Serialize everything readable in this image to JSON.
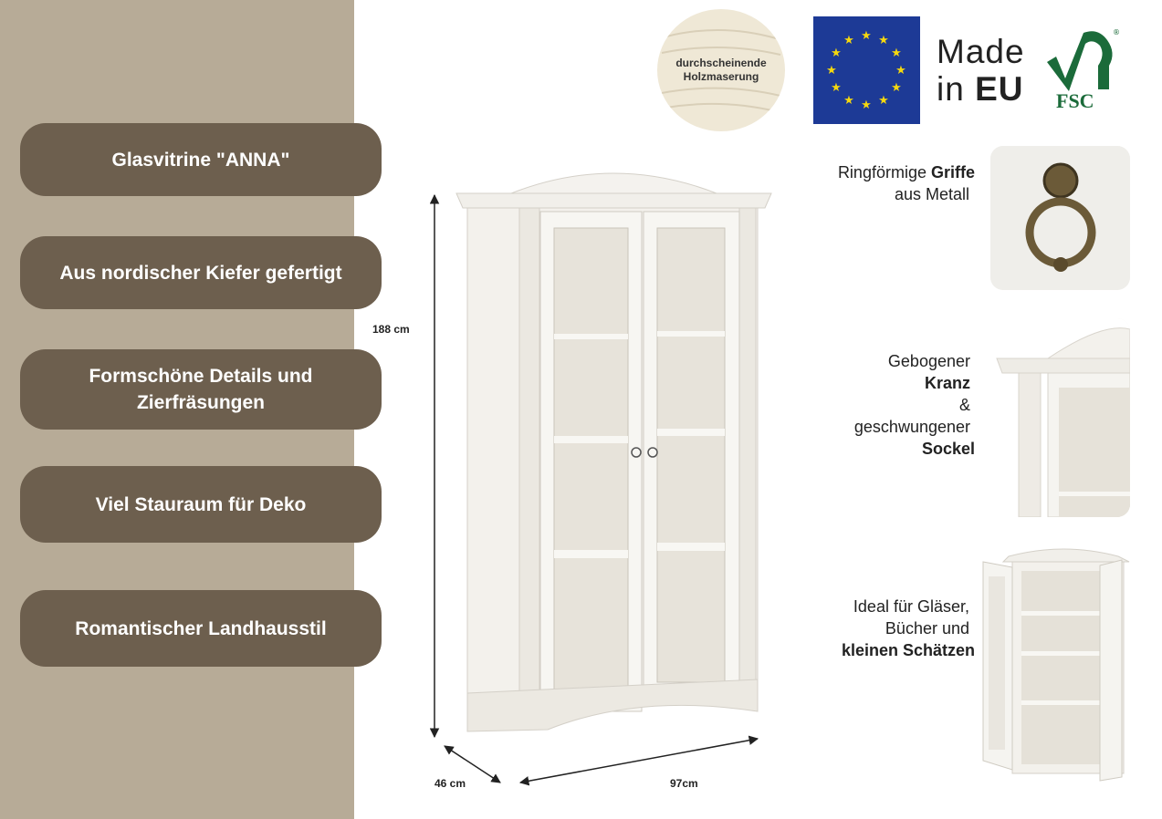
{
  "left_features": [
    {
      "lines": [
        "Glasvitrine \"ANNA\""
      ]
    },
    {
      "lines": [
        "Aus nordischer Kiefer gefertigt"
      ]
    },
    {
      "lines": [
        "Formschöne Details und",
        "Zierfräsungen"
      ]
    },
    {
      "lines": [
        "Viel Stauraum für Deko"
      ]
    },
    {
      "lines": [
        "Romantischer Landhausstil"
      ]
    }
  ],
  "dimensions": {
    "height": "188 cm",
    "depth": "46 cm",
    "width": "97cm"
  },
  "wood_badge": {
    "line1": "durchscheinende",
    "line2": "Holzmaserung"
  },
  "made_in": {
    "line1": "Made",
    "line2_prefix": "in ",
    "line2_bold": "EU"
  },
  "fsc": {
    "label": "FSC",
    "mark": "®"
  },
  "right_features": {
    "handles": {
      "line1_prefix": "Ringförmige ",
      "line1_bold": "Griffe",
      "line2": "aus Metall"
    },
    "crown": {
      "line1": "Gebogener",
      "line2_bold": "Kranz",
      "line3": "&",
      "line4": "geschwungener",
      "line5_bold": "Sockel"
    },
    "storage": {
      "line1": "Ideal für Gläser,",
      "line2": "Bücher  und",
      "line3_bold": "kleinen Schätzen"
    }
  },
  "colors": {
    "left_panel": "#b7ab97",
    "pill": "#6d5f4e",
    "eu_blue": "#1d3a96",
    "eu_star": "#f5d80f",
    "fsc_green": "#1b6b3a"
  }
}
